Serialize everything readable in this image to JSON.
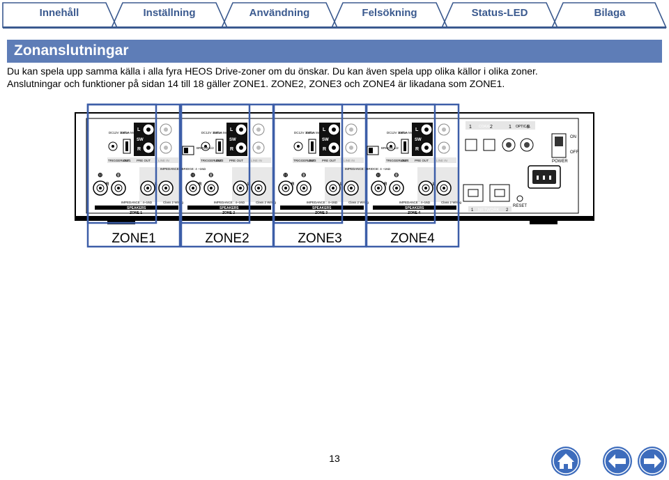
{
  "nav": {
    "tabs": [
      {
        "label": "Innehåll"
      },
      {
        "label": "Inställning"
      },
      {
        "label": "Användning"
      },
      {
        "label": "Felsökning"
      },
      {
        "label": "Status-LED"
      },
      {
        "label": "Bilaga"
      }
    ]
  },
  "section": {
    "title": "Zonanslutningar"
  },
  "intro": {
    "line1": "Du kan spela upp samma källa i alla fyra HEOS Drive-zoner om du önskar. Du kan även spela upp olika källor i olika zoner.",
    "line2": "Anslutningar och funktioner på sidan 14 till 18 gäller ZONE1. ZONE2, ZONE3 och ZONE4 är likadana som ZONE1."
  },
  "panel": {
    "zones": [
      {
        "label": "ZONE1",
        "usb": "1",
        "speaker_zone": "ZONE 1",
        "dc_label": "DC12V 100mA MAX.",
        "usb_power": "5V/1A",
        "sw_label": "SW",
        "left_label": "L",
        "right_label": "R",
        "trigger_label": "TRIGGER OUT",
        "usb_label": "USB",
        "preout_label": "PRE OUT",
        "linein_label": "LINE IN",
        "impedance_label": "IMPEDANCE : 4~16Ω",
        "class_label": "Class 2 Wiring",
        "speakers_label": "SPEAKERS"
      },
      {
        "label": "ZONE2",
        "usb": "2",
        "speaker_zone": "ZONE 2",
        "dc_label": "DC12V 100mA MAX.",
        "usb_power": "5V/1A",
        "sw_label": "SW",
        "left_label": "L",
        "right_label": "R",
        "trigger_label": "TRIGGER OUT",
        "usb_label": "USB",
        "preout_label": "PRE OUT",
        "linein_label": "LINE IN",
        "impedance_label": "IMPEDANCE : 4~16Ω",
        "class_label": "Class 2 Wiring",
        "speakers_label": "SPEAKERS"
      },
      {
        "label": "ZONE3",
        "usb": "3",
        "speaker_zone": "ZONE 3",
        "dc_label": "DC12V 100mA MAX.",
        "usb_power": "5V/1A",
        "sw_label": "SW",
        "left_label": "L",
        "right_label": "R",
        "trigger_label": "TRIGGER OUT",
        "usb_label": "USB",
        "preout_label": "PRE OUT",
        "linein_label": "LINE IN",
        "impedance_label": "IMPEDANCE : 4~16Ω",
        "class_label": "Class 2 Wiring",
        "speakers_label": "SPEAKERS"
      },
      {
        "label": "ZONE4",
        "usb": "4",
        "speaker_zone": "ZONE 4",
        "dc_label": "DC12V 100mA MAX.",
        "usb_power": "5V/1A",
        "sw_label": "SW",
        "left_label": "L",
        "right_label": "R",
        "trigger_label": "TRIGGER OUT",
        "usb_label": "USB",
        "preout_label": "PRE OUT",
        "linein_label": "LINE IN",
        "impedance_label": "IMPEDANCE : 4~16Ω",
        "class_label": "Class 2 Wiring",
        "speakers_label": "SPEAKERS"
      }
    ],
    "bridge_label": "BRIDGE 1/2",
    "bridge_impedance": "IMPEDANCE : BRIDGE: 4 ~16Ω",
    "network_label": "NETWORK",
    "reset_label": "RESET",
    "power_label": "POWER",
    "on_label": "ON",
    "off_label": "OFF",
    "digital_in_1": "1",
    "digital_in_2": "2",
    "coaxial_label": "COAXIAL",
    "optical_label": "OPTICAL",
    "digital_label": "DIGITAL IN",
    "network_port_1": "1",
    "network_port_2": "2"
  },
  "footer": {
    "page_number": "13"
  },
  "colors": {
    "nav_tab": "#3b5a8f",
    "section_header": "#5e7db7",
    "zone_outline": "#3d5ea8",
    "button": "#3d6cbc"
  },
  "icons": {
    "home": "home-icon",
    "back": "arrow-left-icon",
    "forward": "arrow-right-icon"
  }
}
